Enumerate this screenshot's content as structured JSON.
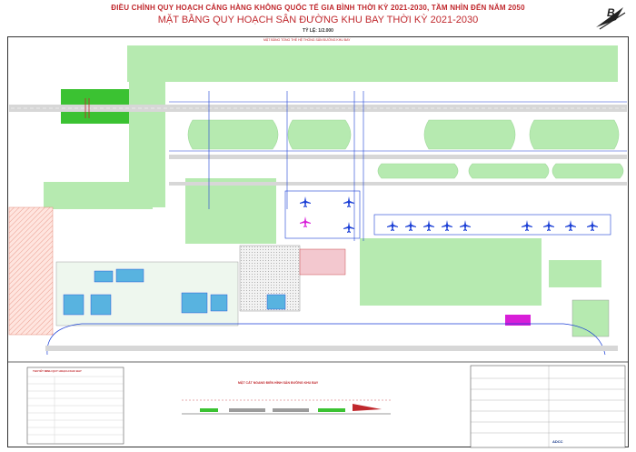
{
  "header": {
    "title_line1": "ĐIỀU CHỈNH QUY HOẠCH CẢNG HÀNG KHÔNG QUỐC TẾ GIA BÌNH THỜI KỲ 2021-2030, TẦM NHÌN ĐẾN NĂM 2050",
    "title_line2": "MẶT BẰNG QUY HOẠCH SÂN ĐƯỜNG KHU BAY THỜI KỲ 2021-2030",
    "scale": "TỶ LỆ: 1/2.000",
    "subtitle": "MẶT BẰNG TỔNG THỂ HỆ THỐNG SÂN ĐƯỜNG KHU BAY"
  },
  "logo": {
    "letter": "B"
  },
  "footer": {
    "legend_title": "THUYẾT MINH QUY HOẠCH KHU BAY",
    "section_title": "MẶT CẮT NGANG ĐIỂN HÌNH SÂN ĐƯỜNG KHU BAY",
    "company": "ADCC"
  },
  "colors": {
    "grass": "#b6eab0",
    "grass_dark": "#3bc232",
    "runway": "#d7d7d7",
    "blue": "#1b3fd6",
    "magenta": "#d81fd8",
    "red": "#c0282d",
    "building": "#58b3e0",
    "hatch": "#ffe0d8"
  }
}
